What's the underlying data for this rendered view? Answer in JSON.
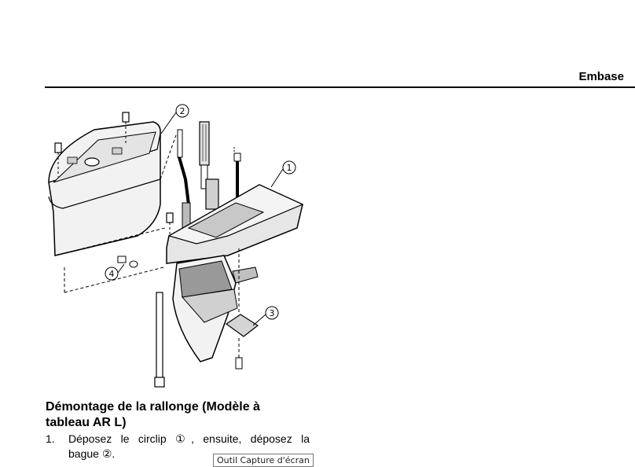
{
  "header": {
    "title": "Embase"
  },
  "figure": {
    "callouts": [
      "②",
      "①",
      "④",
      "③"
    ]
  },
  "section": {
    "title_line1": "Démontage de la rallonge (Modèle à",
    "title_line2": "tableau AR L)"
  },
  "steps": [
    {
      "number": "1.",
      "line1": "Déposez le circlip ①, ensuite, déposez la",
      "line2": "bague ②."
    }
  ],
  "tooltip": {
    "text": "Outil Capture d'écran"
  },
  "colors": {
    "ink": "#000000",
    "part_fill": "#d9d9d9",
    "tooltip_border": "#767676"
  }
}
